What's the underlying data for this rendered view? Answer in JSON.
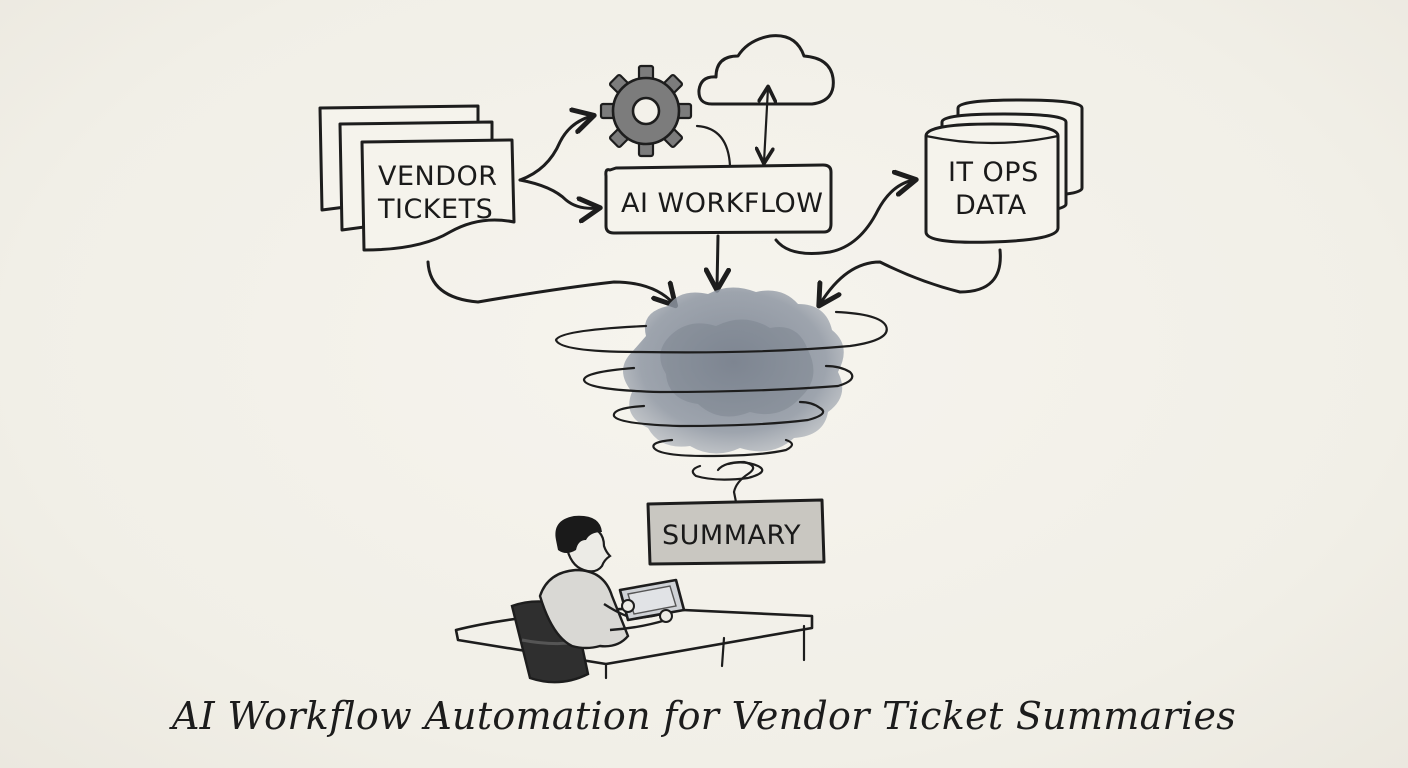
{
  "nodes": {
    "vendor_tickets": [
      "VENDOR",
      "TICKETS"
    ],
    "ai_workflow": "AI WORKFLOW",
    "it_ops_data": [
      "IT OPS",
      "DATA"
    ],
    "summary": "SUMMARY"
  },
  "caption": "AI Workflow Automation for Vendor Ticket Summaries"
}
